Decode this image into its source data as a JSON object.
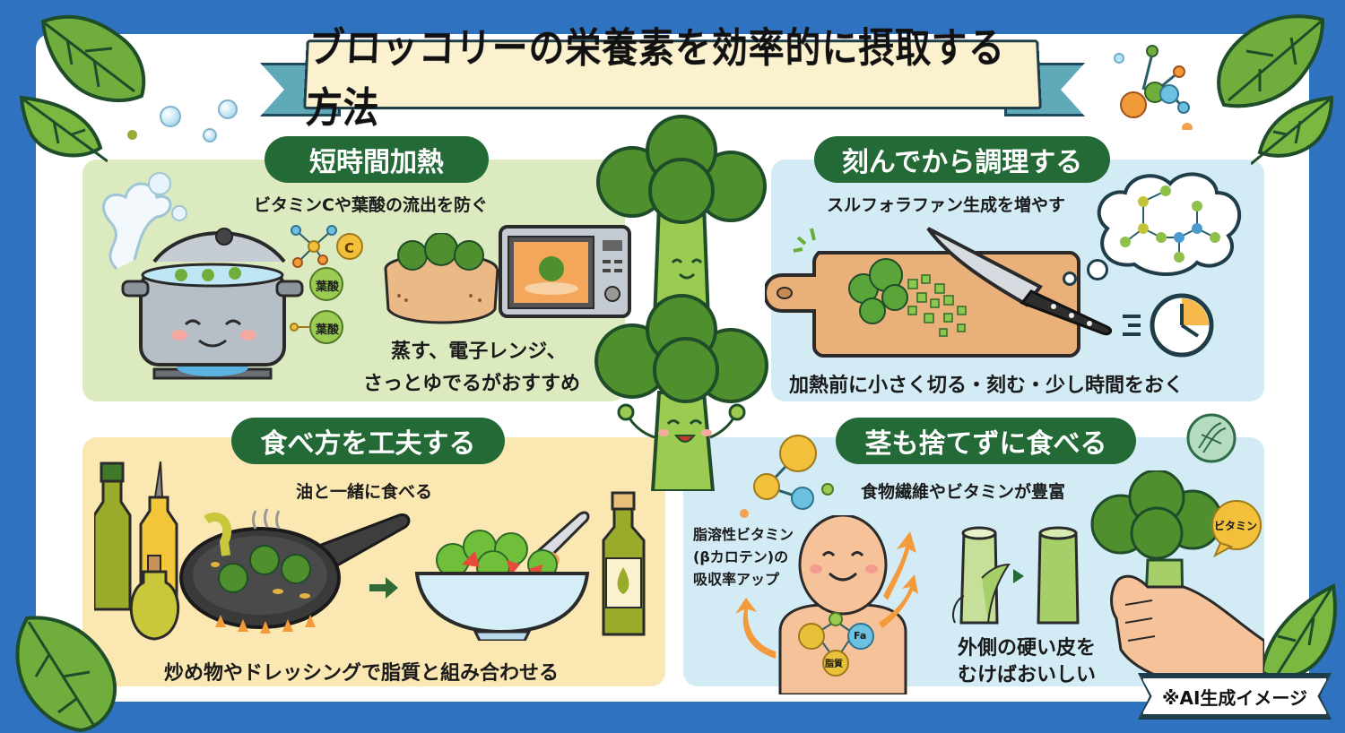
{
  "title": "ブロッコリーの栄養素を効率的に摂取する方法",
  "colors": {
    "frame_blue": "#2f72c0",
    "pill_green": "#236a37",
    "panel_green": "#dcebbf",
    "panel_blue": "#d2ebf5",
    "panel_yellow": "#fbe7b2",
    "banner_cream": "#fbf1cf",
    "ribbon_teal": "#5fa9b8"
  },
  "sections": [
    {
      "heading": "短時間加熱",
      "subtitle": "ビタミンCや葉酸の流出を防ぐ",
      "note_line1": "蒸す、電子レンジ、",
      "note_line2": "さっとゆでるがおすすめ",
      "labels": {
        "vitamin_c": "C",
        "folate_1": "葉酸",
        "folate_2": "葉酸"
      },
      "icons": [
        "pot-icon",
        "steamer-icon",
        "microwave-icon",
        "molecule-icon"
      ]
    },
    {
      "heading": "刻んでから調理する",
      "subtitle": "スルフォラファン生成を増やす",
      "note": "加熱前に小さく切る・刻む・少し時間をおく",
      "icons": [
        "cutting-board-icon",
        "knife-icon",
        "clock-icon",
        "thought-cloud-icon"
      ]
    },
    {
      "heading": "食べ方を工夫する",
      "subtitle": "油と一緒に食べる",
      "note": "炒め物やドレッシングで脂質と組み合わせる",
      "icons": [
        "oil-bottle-icon",
        "frying-pan-icon",
        "arrow-right-icon",
        "salad-bowl-icon"
      ]
    },
    {
      "heading": "茎も捨てずに食べる",
      "subtitle": "食物繊維やビタミンが豊富",
      "side_note_line1": "脂溶性ビタミン",
      "side_note_line2": "(βカロテン)の",
      "side_note_line3": "吸収率アップ",
      "note_line1": "外側の硬い皮を",
      "note_line2": "むけばおいしい",
      "labels": {
        "fa": "Fa",
        "fat": "脂質",
        "vitamin_bubble": "ビタミン"
      },
      "icons": [
        "person-icon",
        "stem-peel-icon",
        "hand-broccoli-icon"
      ]
    }
  ],
  "footer_tag": "※AI生成イメージ"
}
